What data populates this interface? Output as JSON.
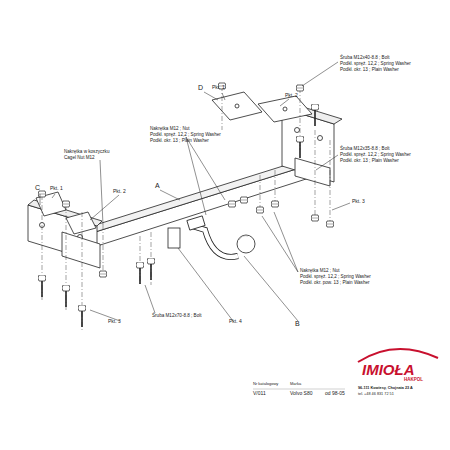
{
  "diagram": {
    "labels": [
      "D",
      "Pkt. 1",
      "Pkt. 2",
      "Śruba M12x40-8.8 ; Bolt",
      "Podkł. spręż. 12,2 ; Spring Washer",
      "Podkł. okr. 13 ; Plain Washer",
      "Nakrętka M12 ; Nut",
      "Podkł. spręż. 12,2 ; Spring Washer",
      "Podkł. okr. 13 ; Plain Washer",
      "Nakrętka w koszyczku",
      "Cagel Nut M12",
      "Śruba M12x35-8.8 ; Bolt",
      "Podkł. spręż. 12,2 ; Spring Washer",
      "Podkł. okr. 13 ; Plain Washer",
      "C",
      "Pkt. 1",
      "Pkt. 2",
      "A",
      "Pkt. 3",
      "Pkt. 3",
      "Pkt. 4",
      "B",
      "Śruba M12x70-8.8 ; Bolt",
      "Nakrętka M12 ; Nut",
      "Podkł. spręż. 12,2 ; Spring Washer",
      "Podkł. okr. pow. 13 ; Plain Washer",
      "Nr katalogowy",
      "V/011",
      "Marka",
      "Volvo S80",
      "od 98-05",
      "IMIOŁA",
      "HAKPOL",
      "96-111 Kowiesy, Chojnata 23 A",
      "tel. +48 46 831 72 51"
    ]
  }
}
